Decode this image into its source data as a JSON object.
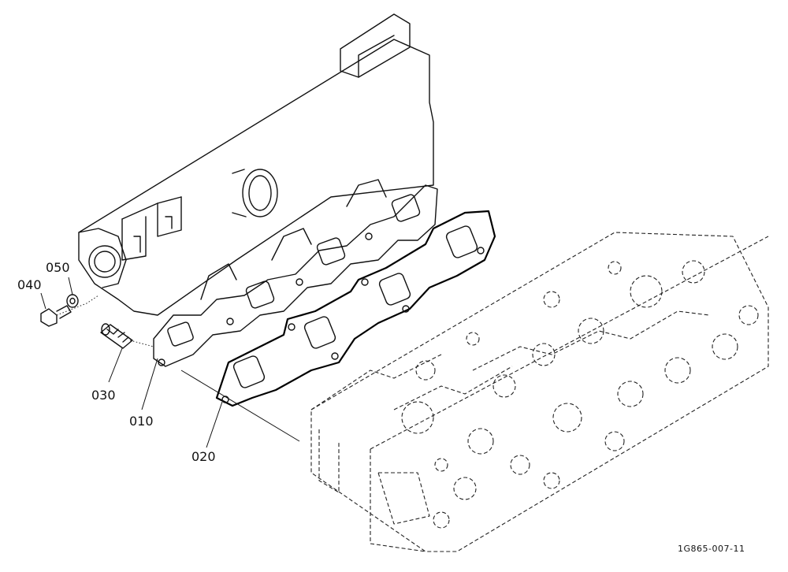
{
  "parts": [
    {
      "id": "p010",
      "label": "010"
    },
    {
      "id": "p020",
      "label": "020"
    },
    {
      "id": "p030",
      "label": "030"
    },
    {
      "id": "p040",
      "label": "040"
    },
    {
      "id": "p050",
      "label": "050"
    }
  ],
  "reference_code": "1G865-007-11"
}
